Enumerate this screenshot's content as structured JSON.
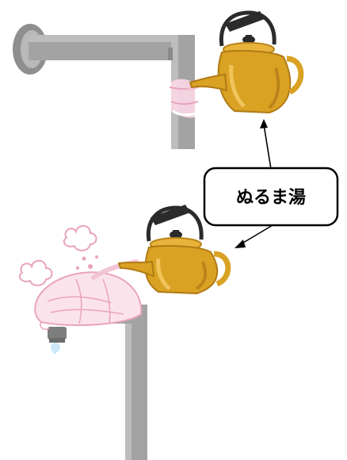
{
  "callout": {
    "label": "ぬるま湯"
  },
  "colors": {
    "pipe": "#9b9b9b",
    "pipe_light": "#b7b7b7",
    "kettle_body": "#d9a223",
    "kettle_shade": "#b9841a",
    "kettle_handle": "#2b2b2b",
    "cloth": "#fbe3ec",
    "cloth_edge": "#e9a3bd",
    "water_drop": "#bfe3f7",
    "steam": "#e9a3bd",
    "outline": "#000000"
  },
  "icons": [
    "wall-faucet-pipe",
    "kettle-icon",
    "steam-cloud-icon",
    "cloth-wrapped-faucet",
    "callout-arrow"
  ]
}
